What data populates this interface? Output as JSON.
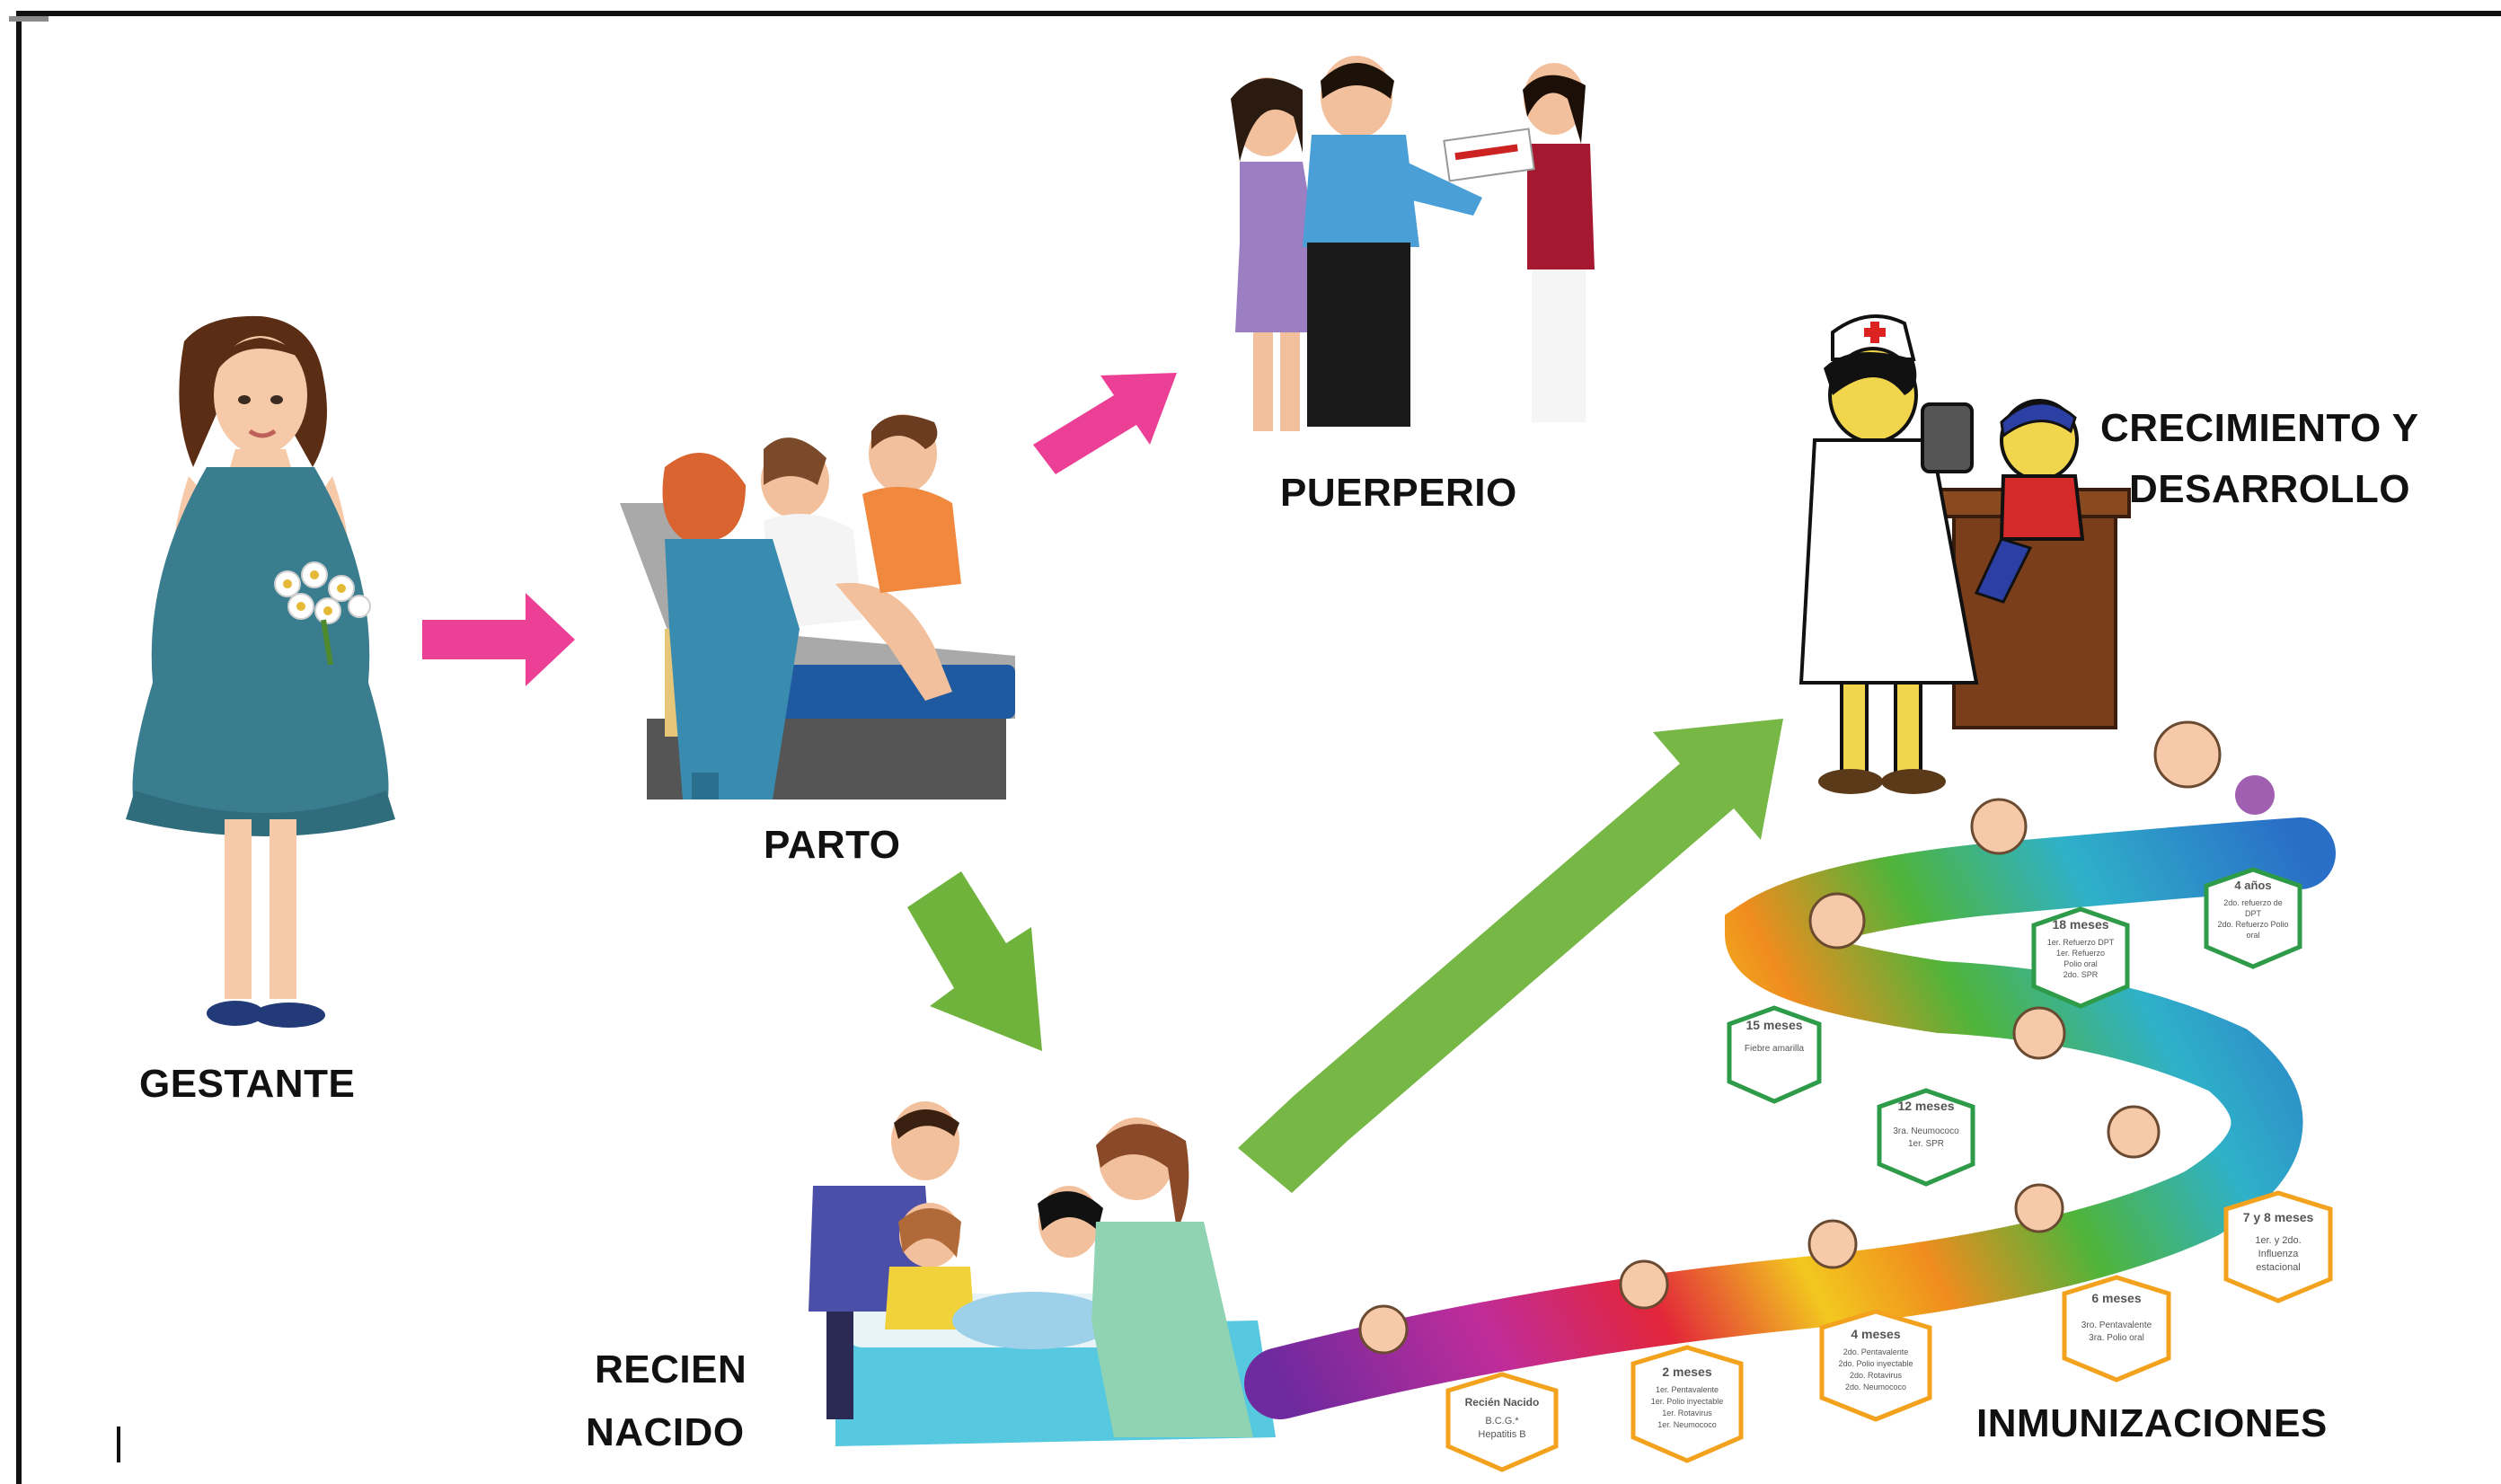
{
  "stages": {
    "gestante": "GESTANTE",
    "parto": "PARTO",
    "puerperio": "PUERPERIO",
    "crecimiento_line1": "CRECIMIENTO Y",
    "crecimiento_line2": "DESARROLLO",
    "recien_line1": "RECIEN",
    "recien_line2": "NACIDO",
    "inmunizaciones": "INMUNIZACIONES"
  },
  "vaccine_badges": [
    {
      "title": "Recién Nacido",
      "line1": "B.C.G.*",
      "line2": "Hepatitis B"
    },
    {
      "title": "2 meses",
      "line1": "1er. Pentavalente",
      "line2": "1er. Polio inyectable",
      "line3": "1er. Rotavirus",
      "line4": "1er. Neumococo"
    },
    {
      "title": "4 meses",
      "line1": "2do. Pentavalente",
      "line2": "2do. Polio inyectable",
      "line3": "2do. Rotavirus",
      "line4": "2do. Neumococo"
    },
    {
      "title": "6 meses",
      "line1": "3ro. Pentavalente",
      "line2": "3ra. Polio oral"
    },
    {
      "title": "7 y 8 meses",
      "line1": "1er. y 2do.",
      "line2": "Influenza",
      "line3": "estacional"
    },
    {
      "title": "12 meses",
      "line1": "3ra. Neumococo",
      "line2": "1er. SPR"
    },
    {
      "title": "15 meses",
      "line1": "Fiebre amarilla"
    },
    {
      "title": "18 meses",
      "line1": "1er. Refuerzo DPT",
      "line2": "1er. Refuerzo",
      "line3": "Polio oral",
      "line4": "2do. SPR"
    },
    {
      "title": "4 años",
      "line1": "2do. refuerzo de",
      "line2": "DPT",
      "line3": "2do. Refuerzo Polio",
      "line4": "oral"
    }
  ],
  "colors": {
    "pink_arrow": "#ec3f96",
    "green_arrow": "#6fb33c",
    "green_badge": "#2e9b48",
    "orange_badge": "#f3a21d"
  },
  "icons": [
    "pregnant-woman-illustration",
    "delivery-room-illustration",
    "family-with-nurse-illustration",
    "nurse-with-child-illustration",
    "newborn-hospital-illustration",
    "vaccination-path-illustration"
  ]
}
